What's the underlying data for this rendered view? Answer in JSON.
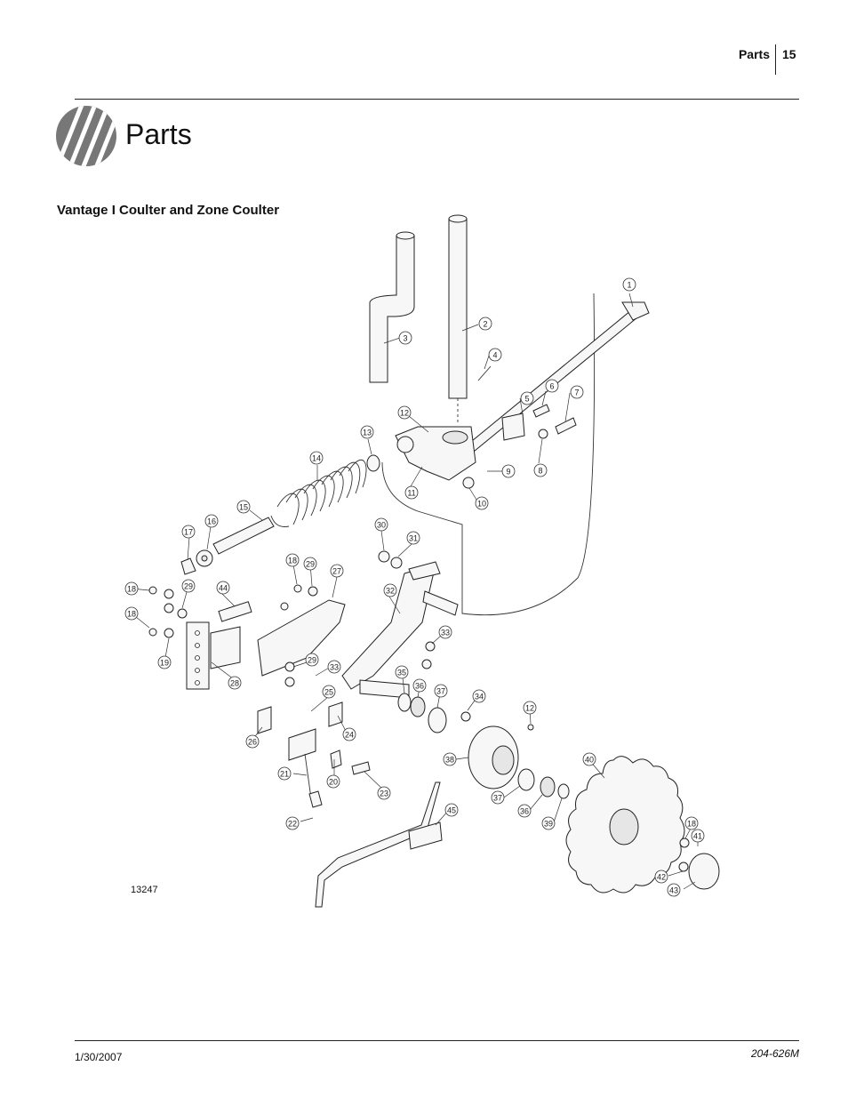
{
  "header": {
    "section": "Parts",
    "page": "15"
  },
  "title": "Parts",
  "subtitle": "Vantage I Coulter and Zone Coulter",
  "figure_number": "13247",
  "footer": {
    "date": "1/30/2007",
    "doc_number": "204-626M"
  },
  "callouts": [
    "1",
    "2",
    "3",
    "4",
    "5",
    "6",
    "7",
    "8",
    "9",
    "10",
    "11",
    "12",
    "13",
    "14",
    "15",
    "16",
    "17",
    "18",
    "18",
    "18",
    "18",
    "19",
    "20",
    "21",
    "22",
    "23",
    "24",
    "25",
    "26",
    "27",
    "28",
    "29",
    "29",
    "29",
    "30",
    "31",
    "32",
    "33",
    "33",
    "34",
    "35",
    "36",
    "36",
    "37",
    "37",
    "38",
    "39",
    "40",
    "41",
    "42",
    "43",
    "44",
    "45",
    "12"
  ]
}
